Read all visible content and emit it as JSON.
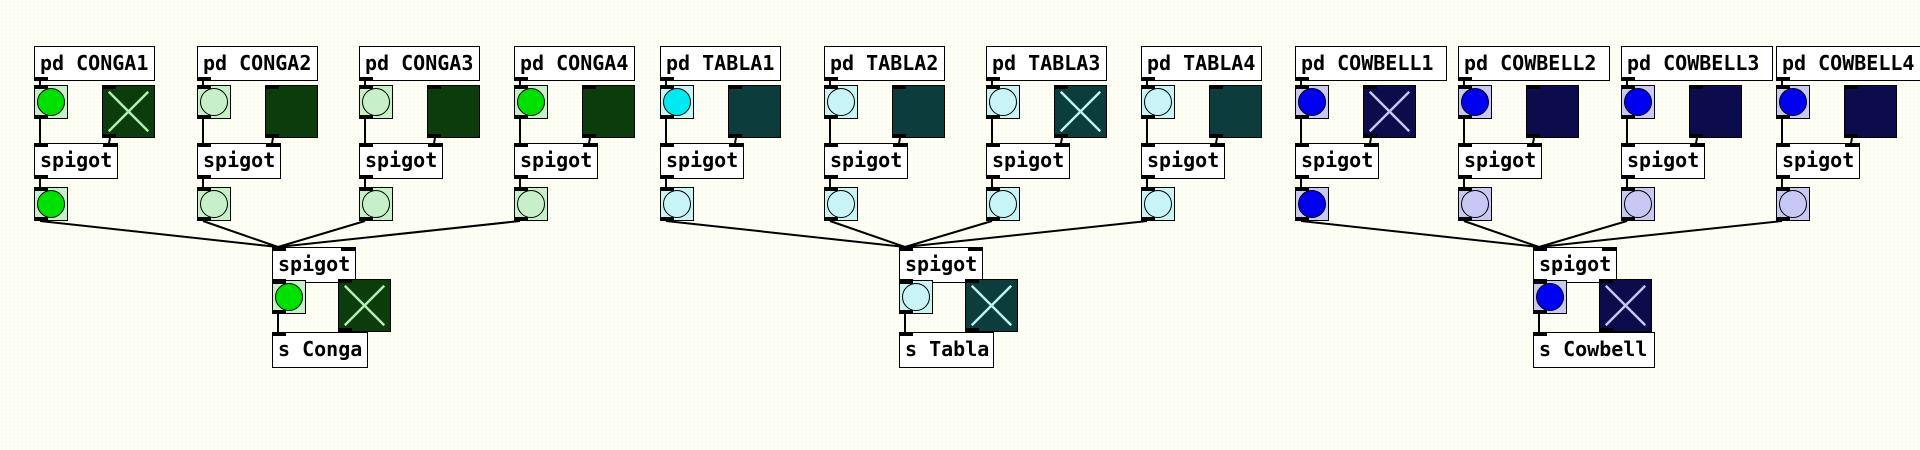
{
  "window": {
    "type": "Pure Data patch canvas"
  },
  "colors": {
    "conga": {
      "bang_bg": "#c8f0c8",
      "bang_on": "#00e000",
      "bang_off": "#c8f0c8",
      "toggle_bg": "#0c3c0c",
      "toggle_x": "#b4f0b4"
    },
    "tabla": {
      "bang_bg": "#c8f4f4",
      "bang_on": "#00e8f0",
      "bang_off": "#c8f4f8",
      "toggle_bg": "#0c3c3c",
      "toggle_x": "#c0f4f4"
    },
    "cowbell": {
      "bang_bg": "#c8c8f0",
      "bang_on": "#0000f0",
      "bang_off": "#c8c8f4",
      "toggle_bg": "#0c0c4c",
      "toggle_x": "#c8c8f4"
    }
  },
  "groups": [
    {
      "id": "conga",
      "instruments": [
        {
          "label": "pd CONGA1",
          "top_bang_on": true,
          "toggle_on": true,
          "bottom_bang_on": true
        },
        {
          "label": "pd CONGA2",
          "top_bang_on": false,
          "toggle_on": false,
          "bottom_bang_on": false
        },
        {
          "label": "pd CONGA3",
          "top_bang_on": false,
          "toggle_on": false,
          "bottom_bang_on": false
        },
        {
          "label": "pd CONGA4",
          "top_bang_on": true,
          "toggle_on": false,
          "bottom_bang_on": false
        }
      ],
      "spigot_label": "spigot",
      "mixer": {
        "spigot_label": "spigot",
        "bang_on": true,
        "toggle_on": true,
        "send_label": "s Conga"
      }
    },
    {
      "id": "tabla",
      "instruments": [
        {
          "label": "pd TABLA1",
          "top_bang_on": true,
          "toggle_on": false,
          "bottom_bang_on": false
        },
        {
          "label": "pd TABLA2",
          "top_bang_on": false,
          "toggle_on": false,
          "bottom_bang_on": false
        },
        {
          "label": "pd TABLA3",
          "top_bang_on": false,
          "toggle_on": true,
          "bottom_bang_on": false
        },
        {
          "label": "pd TABLA4",
          "top_bang_on": false,
          "toggle_on": false,
          "bottom_bang_on": false
        }
      ],
      "spigot_label": "spigot",
      "mixer": {
        "spigot_label": "spigot",
        "bang_on": false,
        "toggle_on": true,
        "send_label": "s Tabla"
      }
    },
    {
      "id": "cowbell",
      "instruments": [
        {
          "label": "pd COWBELL1",
          "top_bang_on": true,
          "toggle_on": true,
          "bottom_bang_on": true
        },
        {
          "label": "pd COWBELL2",
          "top_bang_on": true,
          "toggle_on": false,
          "bottom_bang_on": false
        },
        {
          "label": "pd COWBELL3",
          "top_bang_on": true,
          "toggle_on": false,
          "bottom_bang_on": false
        },
        {
          "label": "pd COWBELL4",
          "top_bang_on": true,
          "toggle_on": false,
          "bottom_bang_on": false
        }
      ],
      "spigot_label": "spigot",
      "mixer": {
        "spigot_label": "spigot",
        "bang_on": true,
        "toggle_on": true,
        "send_label": "s Cowbell"
      }
    }
  ]
}
